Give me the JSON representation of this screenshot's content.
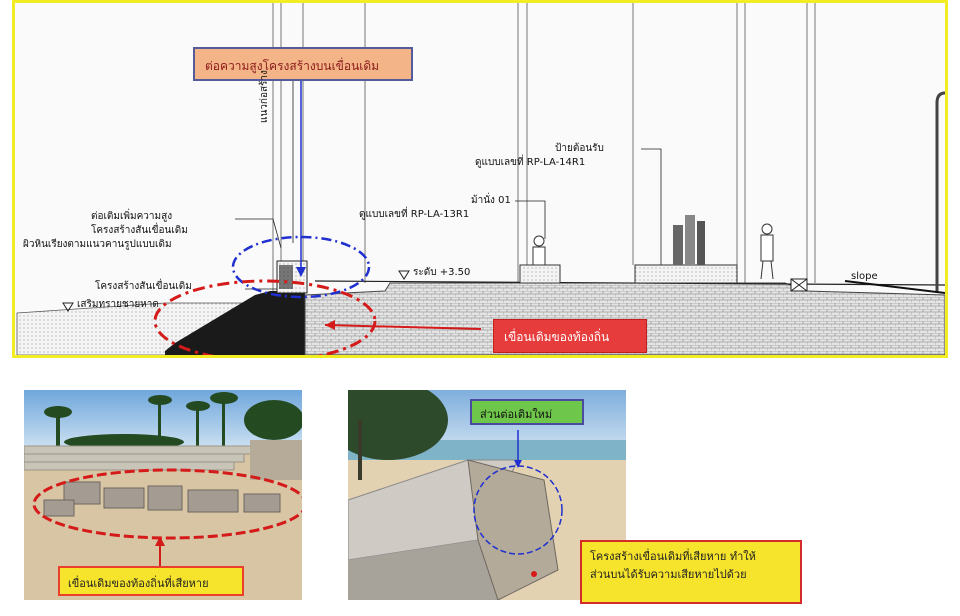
{
  "drawing": {
    "callout_top": "ต่อความสูงโครงสร้างบนเขื่อนเดิม",
    "callout_local_wall": "เขื่อนเดิมของท้องถิ่น",
    "label_vertical": "แนวก่อสร้าง",
    "label_extension_1": "ต่อเติมเพิ่มความสูง",
    "label_extension_2": "โครงสร้างสันเขื่อนเดิม",
    "label_extension_3": "ผิวหินเรียงตามแนวคานรูปแบบเดิม",
    "label_crest": "โครงสร้างสันเขื่อนเดิม",
    "label_sand": "เสริมทรายชายหาด",
    "label_level": "ระดับ +3.50",
    "label_ref_13": "ดูแบบเลขที่ RP-LA-13R1",
    "label_bench": "ม้านั่ง 01",
    "label_ref_14": "ดูแบบเลขที่ RP-LA-14R1",
    "label_welcome_sign": "ป้ายต้อนรับ",
    "label_slope": "slope"
  },
  "photos": {
    "left_caption": "เขื่อนเดิมของท้องถิ่นที่เสียหาย",
    "right_label": "ส่วนต่อเติมใหม่",
    "right_caption_line1": "โครงสร้างเขื่อนเดิมที่เสียหาย ทำให้",
    "right_caption_line2": "ส่วนบนได้รับความเสียหายไปด้วย"
  }
}
